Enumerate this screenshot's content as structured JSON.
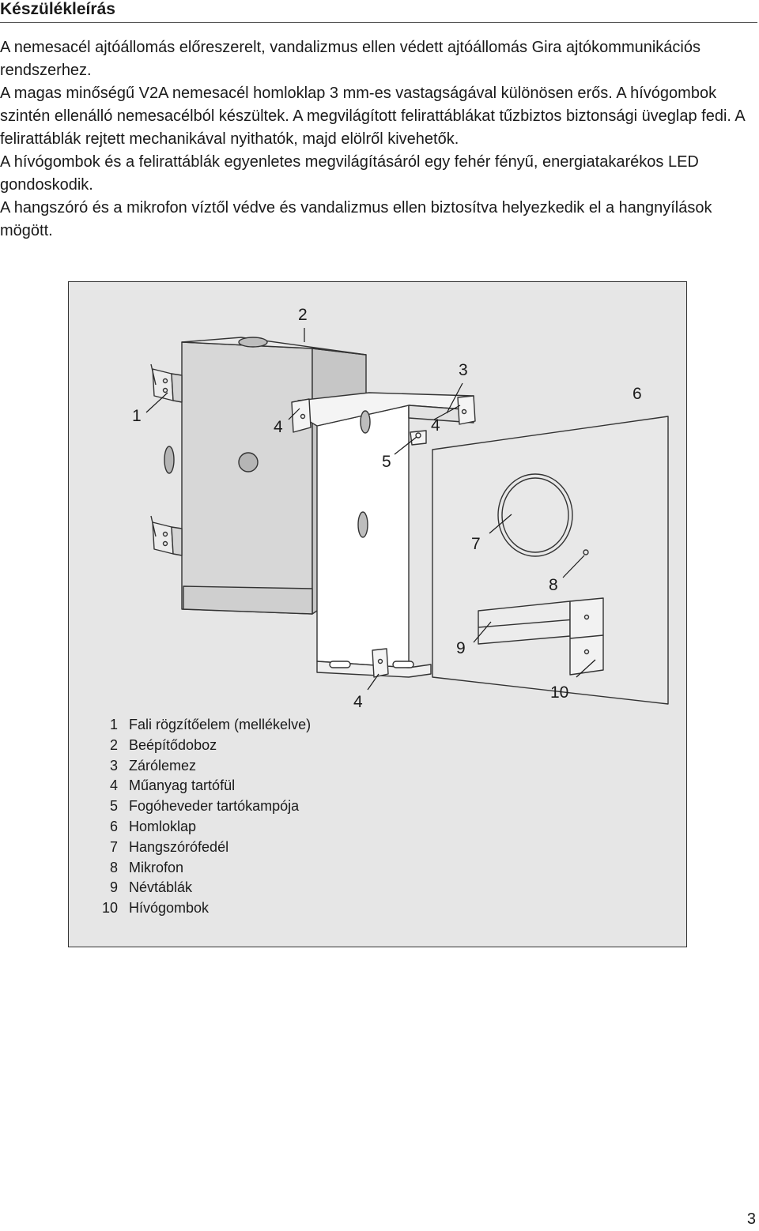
{
  "section_title": "Készülékleírás",
  "paragraphs": [
    "A nemesacél ajtóállomás előreszerelt, vandalizmus ellen védett ajtóállomás Gira ajtókommunikációs rendszerhez.",
    "A magas minőségű V2A nemesacél homloklap 3 mm-es vastagságával különösen erős. A hívógombok szintén ellenálló nemesacélból készültek. A megvilágított felirattáblákat tűzbiztos biztonsági üveglap fedi. A felirattáblák rejtett mechanikával nyithatók, majd elölről kivehetők.",
    "A hívógombok és a felirattáblák egyenletes megvilágításáról egy fehér fényű, energiatakarékos LED gondoskodik.",
    "A hangszóró és a mikrofon víztől védve és vandalizmus ellen biztosítva helyezkedik el a hangnyílások mögött."
  ],
  "figure": {
    "callouts": {
      "c1": "1",
      "c2": "2",
      "c3": "3",
      "c4a": "4",
      "c4b": "4",
      "c4c": "4",
      "c5": "5",
      "c6": "6",
      "c7": "7",
      "c8": "8",
      "c9": "9",
      "c10": "10"
    },
    "legend": [
      {
        "num": "1",
        "label": "Fali rögzítőelem (mellékelve)"
      },
      {
        "num": "2",
        "label": "Beépítődoboz"
      },
      {
        "num": "3",
        "label": "Zárólemez"
      },
      {
        "num": "4",
        "label": "Műanyag tartófül"
      },
      {
        "num": "5",
        "label": "Fogóheveder tartókampója"
      },
      {
        "num": "6",
        "label": "Homloklap"
      },
      {
        "num": "7",
        "label": "Hangszórófedél"
      },
      {
        "num": "8",
        "label": "Mikrofon"
      },
      {
        "num": "9",
        "label": "Névtáblák"
      },
      {
        "num": "10",
        "label": "Hívógombok"
      }
    ]
  },
  "page_number": "3"
}
